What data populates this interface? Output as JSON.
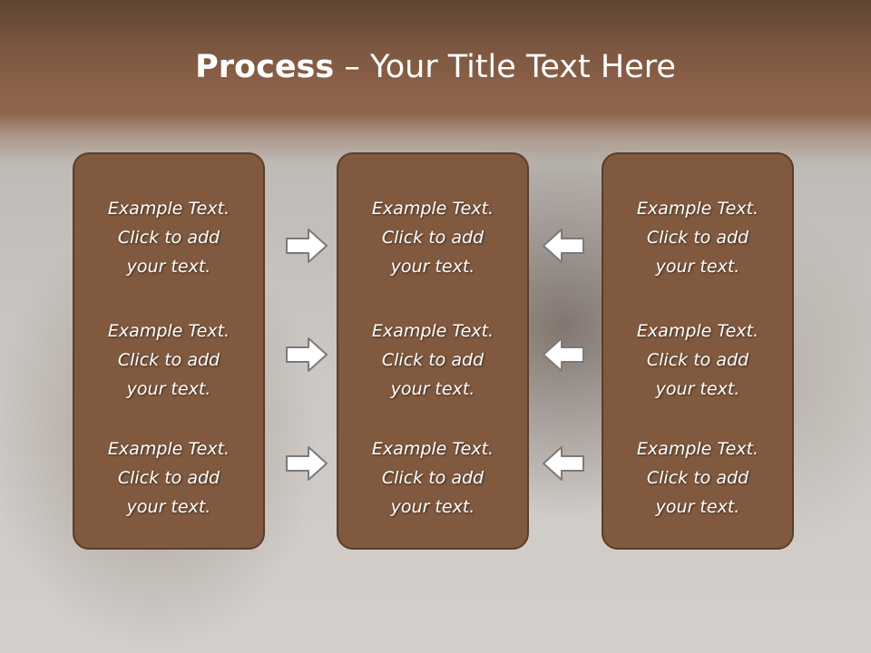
{
  "slide": {
    "title_bold": "Process",
    "title_rest": " – Your Title Text Here"
  },
  "columns": [
    {
      "blocks": [
        {
          "line1": "Example Text.",
          "line2": "Click  to add",
          "line3": "your text."
        },
        {
          "line1": "Example Text.",
          "line2": "Click  to add",
          "line3": "your text."
        },
        {
          "line1": "Example Text.",
          "line2": "Click  to add",
          "line3": "your text."
        }
      ]
    },
    {
      "blocks": [
        {
          "line1": "Example Text.",
          "line2": "Click  to add",
          "line3": "your text."
        },
        {
          "line1": "Example Text.",
          "line2": "Click  to add",
          "line3": "your text."
        },
        {
          "line1": "Example Text.",
          "line2": "Click  to add",
          "line3": "your text."
        }
      ]
    },
    {
      "blocks": [
        {
          "line1": "Example Text.",
          "line2": "Click  to add",
          "line3": "your text."
        },
        {
          "line1": "Example Text.",
          "line2": "Click  to add",
          "line3": "your text."
        },
        {
          "line1": "Example Text.",
          "line2": "Click  to add",
          "line3": "your text."
        }
      ]
    }
  ],
  "arrows": {
    "left_group": "right-arrow-icon",
    "right_group": "left-arrow-icon"
  },
  "colors": {
    "panel_fill": "#80593f",
    "panel_border": "#5a3d2b",
    "header_band": "#8e6248",
    "arrow_fill": "#ffffff",
    "arrow_outline": "#7a7a7a"
  }
}
